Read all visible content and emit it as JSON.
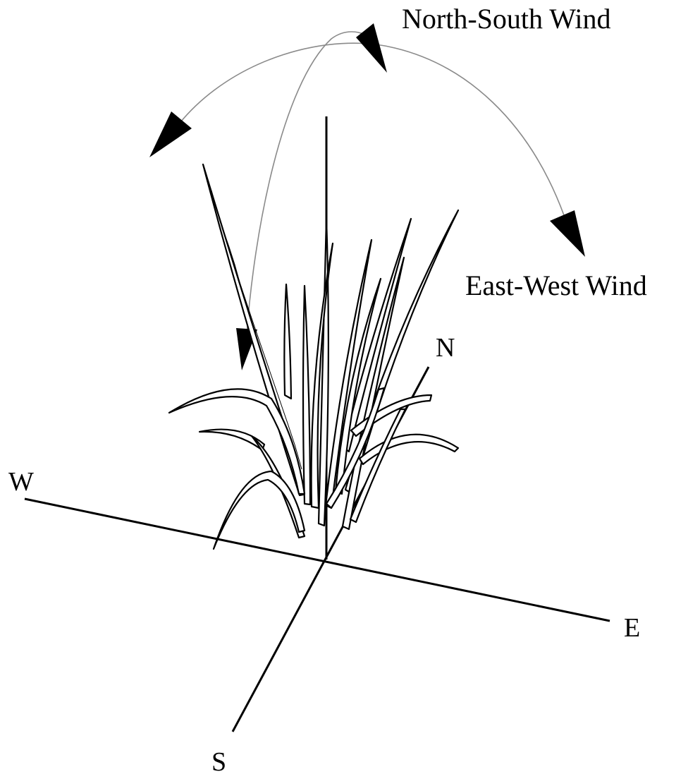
{
  "labels": {
    "north_south_wind": "North-South Wind",
    "east_west_wind": "East-West Wind",
    "north": "N",
    "south": "S",
    "east": "E",
    "west": "W"
  }
}
